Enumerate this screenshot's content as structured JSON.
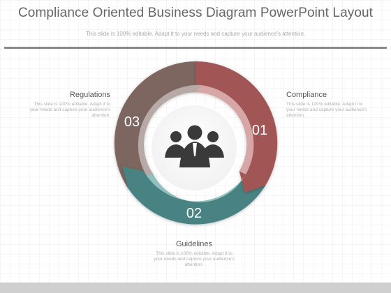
{
  "header": {
    "title": "Compliance Oriented Business Diagram PowerPoint Layout",
    "subtitle": "This slide is 100% editable. Adapt it to your needs and capture your audience's attention."
  },
  "segments": [
    {
      "number": "01",
      "heading": "Compliance",
      "description": "This slide is 100% editable. Adapt it to your needs and capture your audience's attention.",
      "color": "#a25555"
    },
    {
      "number": "02",
      "heading": "Guidelines",
      "description": "This slide is 100% editable. Adapt it to your needs and capture your audience's attention.",
      "color": "#4a8282"
    },
    {
      "number": "03",
      "heading": "Regulations",
      "description": "This slide is 100% editable. Adapt it to your needs and capture your audience's attention.",
      "color": "#7e6661"
    }
  ],
  "center_icon": "business-team-icon"
}
